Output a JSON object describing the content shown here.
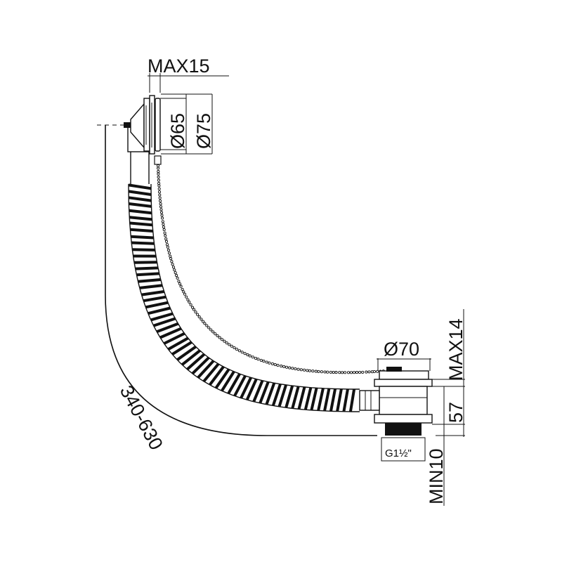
{
  "dimensions": {
    "overflow_flange_gap": "MAX15",
    "overflow_inner_diameter": "Ø65",
    "overflow_outer_diameter": "Ø75",
    "waste_flange_diameter": "Ø70",
    "waste_flange_thickness": "MAX14",
    "waste_body_height": "57",
    "thread_min_length": "MIN10",
    "thread_size": "G1½\"",
    "pipe_length_range": "340-630"
  }
}
